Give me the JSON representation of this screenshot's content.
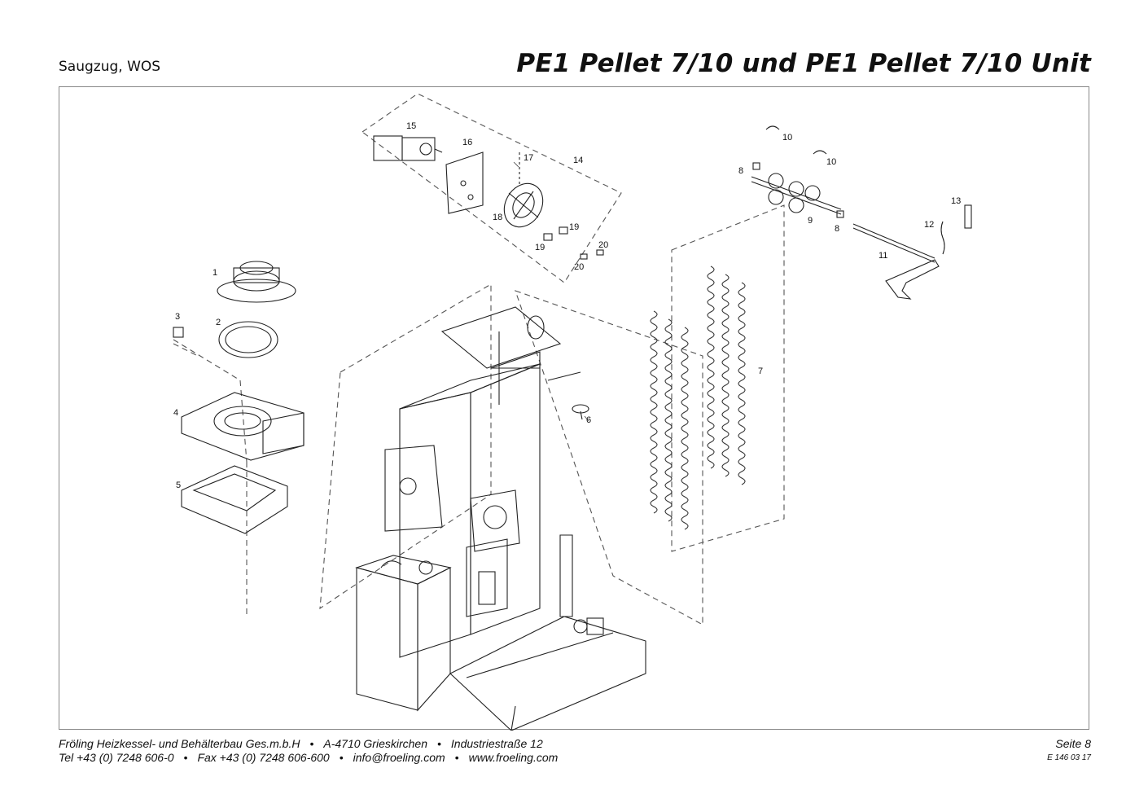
{
  "header": {
    "section": "Saugzug, WOS",
    "title": "PE1 Pellet 7/10 und PE1 Pellet 7/10 Unit"
  },
  "callouts": {
    "c1": "1",
    "c2": "2",
    "c3": "3",
    "c4": "4",
    "c5": "5",
    "c6": "6",
    "c7": "7",
    "c8a": "8",
    "c8b": "8",
    "c9": "9",
    "c10a": "10",
    "c10b": "10",
    "c11": "11",
    "c12": "12",
    "c13": "13",
    "c14": "14",
    "c15": "15",
    "c16": "16",
    "c17": "17",
    "c18": "18",
    "c19a": "19",
    "c19b": "19",
    "c20a": "20",
    "c20b": "20"
  },
  "footer": {
    "company": "Fröling Heizkessel- und Behälterbau Ges.m.b.H",
    "address_city": "A-4710 Grieskirchen",
    "address_street": "Industriestraße 12",
    "phone": "Tel +43 (0) 7248 606-0",
    "fax": "Fax +43 (0) 7248 606-600",
    "email": "info@froeling.com",
    "web": "www.froeling.com",
    "page": "Seite 8",
    "doc_code": "E 146 03 17",
    "bullet": "•"
  }
}
